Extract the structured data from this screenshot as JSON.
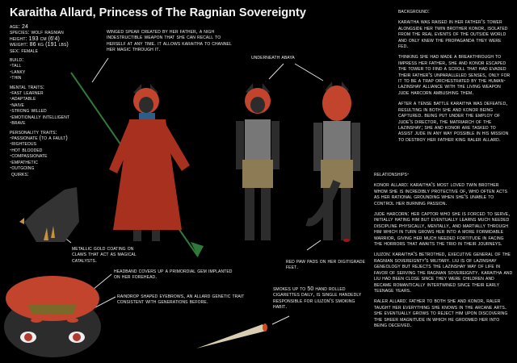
{
  "title": "Karaitha Allard, Princess of The Ragnian Sovereignty",
  "stats": [
    "Age: 24",
    "Species: Wolf Ragnian",
    "Height: 193 cm (6'4)",
    "Weight: 86 kg (191 lbs)",
    "Sex: Female"
  ],
  "build": {
    "heading": "Build:",
    "items": [
      "-Tall",
      "-Lanky",
      "-Thin"
    ]
  },
  "mental": {
    "heading": "Mental Traits:",
    "items": [
      "-Fast learner",
      "-Adaptable",
      "-Naive",
      "-Strong willed",
      "-Emotionally Intelligent",
      "-Brave"
    ]
  },
  "personality": {
    "heading": "Personality Traits:",
    "items": [
      "-Passionate (to a fault)",
      "-Righteous",
      "-Hot Blooded",
      "-Compassionate",
      "-Empathetic",
      "-Outgoing"
    ]
  },
  "annotations": {
    "spear": "Winged spear created by her father, a nigh indestructible weapon that she can recall to herself at any time. It allows Karaitha to channel her magic through it.",
    "underneath": "Underneath Abaya",
    "quirks": "Quirks:",
    "claws": "Metallic gold coating on claws that act as magical catalysts.",
    "paws": "Red paw pads on her digitigrade feet.",
    "headband": "Headband covers up a primordial gem implanted on her forehead.",
    "eyebrows": "Raindrop shaped eyebrows, an Allard genetic trait consistent with generations before.",
    "smokes": "Smokes up to 50 hand rolled cigarettes daily, is single handedly responsible for LiuZon's smoking habit."
  },
  "background": {
    "heading": "Background:",
    "paragraphs": [
      "Karaitha was raised in her father's tower alongside her twin brother Konor, isolated from the real events of the outside world and only knew the propaganda they were fed.",
      "Thinking she had made a breakthrough to impress her father, she and Konor escaped the tower to find a scroll that had evaded their father's unparalleled senses, only for it to be a trap orchestrated by the Human-Lazinshay alliance with The Living Weapon Jude Harcorn ambushing them.",
      "After a tense battle Karaitha was defeated, resulting in both she and Konor being captured. Being put under the employ of Jude's Director, The Matriarch of The Lazinshay; she and Konor are tasked to assist Jude in any way possible in his mission to destroy her father King Raler Allard."
    ]
  },
  "relationships": {
    "heading": "Relationships-",
    "paragraphs": [
      "Konor Allard: Karaitha's most loved twin brother whom she is incredibly protective of, who often acts as her rational grounding when she's unable to control her burning passion.",
      "Jude Harcorn: Her captor who she is forced to serve, initially hating him but eventually learns much needed discipline physically, mentally, and martially through him which in turn grows her into a more formidable warrior, giving her much needed fortitude in facing the horrors that awaits the trio in their journeys.",
      "LiuZon: Karaitha's betrothed, Executive General of The Ragnian Sovereignty's military. Liu is of Lazinshay geneology but rejects The Lazinshay way of life in favor of serving The Ragnian Sovereignty. Karaitha and Liu had been close since they were children and became romantically intertwined since their early teenage years.",
      "Raler Allard: Father to both she and Konor, Raler taught her everything she knows in the arcane arts. She eventually grows to reject him upon discovering the sheer magnitude in which he groomed her into being deceived."
    ]
  },
  "colors": {
    "background": "#000000",
    "text": "#f2f2f2",
    "robe": "#a8301f",
    "spear": "#2f7a3a",
    "hair": "#c2442c",
    "fur": "#2c2c2c"
  }
}
